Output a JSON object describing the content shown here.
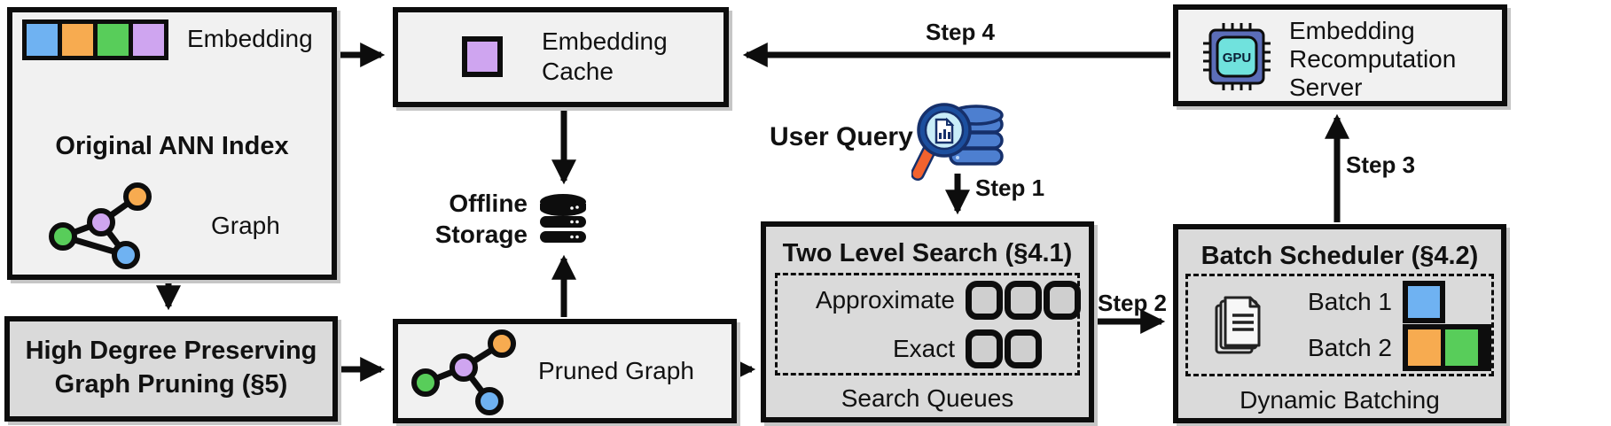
{
  "ann_index": {
    "title": "Original ANN Index",
    "embedding_label": "Embedding",
    "graph_label": "Graph"
  },
  "embedding_cache": {
    "label": "Embedding Cache"
  },
  "recomputation_server": {
    "label": "Embedding Recomputation Server",
    "gpu_text": "GPU"
  },
  "offline_storage": {
    "label": "Offline Storage"
  },
  "user_query": {
    "label": "User Query"
  },
  "steps": {
    "step1": "Step 1",
    "step2": "Step 2",
    "step3": "Step 3",
    "step4": "Step 4"
  },
  "high_degree_pruning": {
    "label": "High Degree Preserving Graph Pruning (§5)"
  },
  "pruned_graph": {
    "label": "Pruned Graph"
  },
  "two_level_search": {
    "title": "Two Level Search (§4.1)",
    "rows": [
      {
        "label": "Approximate",
        "slots": 3
      },
      {
        "label": "Exact",
        "slots": 2
      }
    ],
    "footer": "Search Queues"
  },
  "batch_scheduler": {
    "title": "Batch Scheduler (§4.2)",
    "batches": [
      {
        "label": "Batch 1",
        "colors": [
          "blue"
        ]
      },
      {
        "label": "Batch 2",
        "colors": [
          "orange",
          "green"
        ]
      }
    ],
    "footer": "Dynamic Batching"
  },
  "colors": {
    "blue": "#6fb2f2",
    "orange": "#f7ab50",
    "green": "#58cd5a",
    "purple": "#cfa5f0",
    "box_light": "#f1f1f1",
    "box_dark": "#dadada",
    "queue_fill": "#cfcfcf",
    "gpu_chip": "#5b6db8",
    "gpu_core": "#70e2dd",
    "db_blue": "#4d7fd0",
    "db_outline": "#16306b",
    "lens_fill": "#c9edf8",
    "lens_rim": "#1c4f9e",
    "handle_orange": "#f2622e",
    "line_black": "#0d0d0d"
  }
}
